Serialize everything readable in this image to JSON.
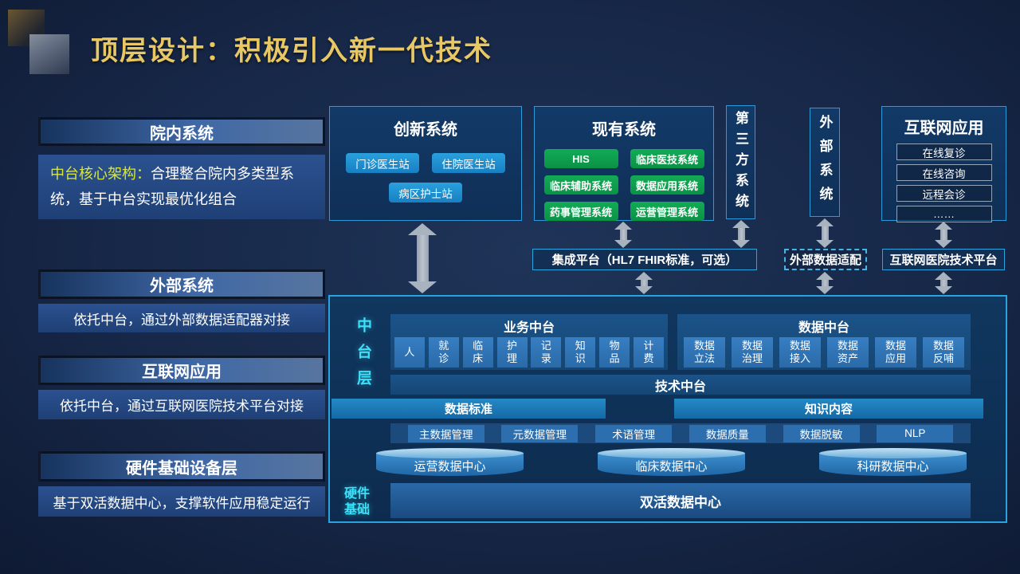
{
  "title": "顶层设计：积极引入新一代技术",
  "sidebar": {
    "sections": [
      {
        "header": "院内系统",
        "lead": "中台核心架构：",
        "body": "合理整合院内多类型系统，基于中台实现最优化组合"
      },
      {
        "header": "外部系统",
        "body": "依托中台，通过外部数据适配器对接"
      },
      {
        "header": "互联网应用",
        "body": "依托中台，通过互联网医院技术平台对接"
      },
      {
        "header": "硬件基础设备层",
        "body": "基于双活数据中心，支撑软件应用稳定运行"
      }
    ]
  },
  "top_row": {
    "innovation": {
      "title": "创新系统",
      "items": [
        "门诊医生站",
        "住院医生站",
        "病区护士站"
      ]
    },
    "existing": {
      "title": "现有系统",
      "items": [
        "HIS",
        "临床医技系统",
        "临床辅助系统",
        "数据应用系统",
        "药事管理系统",
        "运营管理系统"
      ]
    },
    "third_party": {
      "title": "第三方系统"
    },
    "external": {
      "title": "外部系统"
    },
    "internet": {
      "title": "互联网应用",
      "items": [
        "在线复诊",
        "在线咨询",
        "远程会诊",
        "……"
      ]
    }
  },
  "connectors": {
    "integration": "集成平台（HL7 FHIR标准，可选）",
    "adapter": "外部数据适配",
    "internet_platform": "互联网医院技术平台"
  },
  "platform": {
    "layer_label": "中台层",
    "business": {
      "title": "业务中台",
      "items": [
        "人",
        "就\n诊",
        "临\n床",
        "护\n理",
        "记\n录",
        "知\n识",
        "物\n品",
        "计\n费"
      ]
    },
    "data": {
      "title": "数据中台",
      "items": [
        "数据\n立法",
        "数据\n治理",
        "数据\n接入",
        "数据\n资产",
        "数据\n应用",
        "数据\n反哺"
      ]
    },
    "tech_bar": "技术中台",
    "standard_bar": "数据标准",
    "knowledge_bar": "知识内容",
    "tools": [
      "主数据管理",
      "元数据管理",
      "术语管理",
      "数据质量",
      "数据脱敏",
      "NLP"
    ],
    "centers": [
      "运营数据中心",
      "临床数据中心",
      "科研数据中心"
    ],
    "hardware_label": "硬件\n基础",
    "hardware_bar": "双活数据中心"
  },
  "colors": {
    "background": "#16264a",
    "title_gold": "#e8c765",
    "accent_border_cyan": "#2aa2de",
    "button_blue": "#1d8ed2",
    "button_green": "#0da24f",
    "cyan_label": "#3ce0f8",
    "yellow_lead": "#d8e63e",
    "arrow_gray": "#a9b2bf"
  }
}
